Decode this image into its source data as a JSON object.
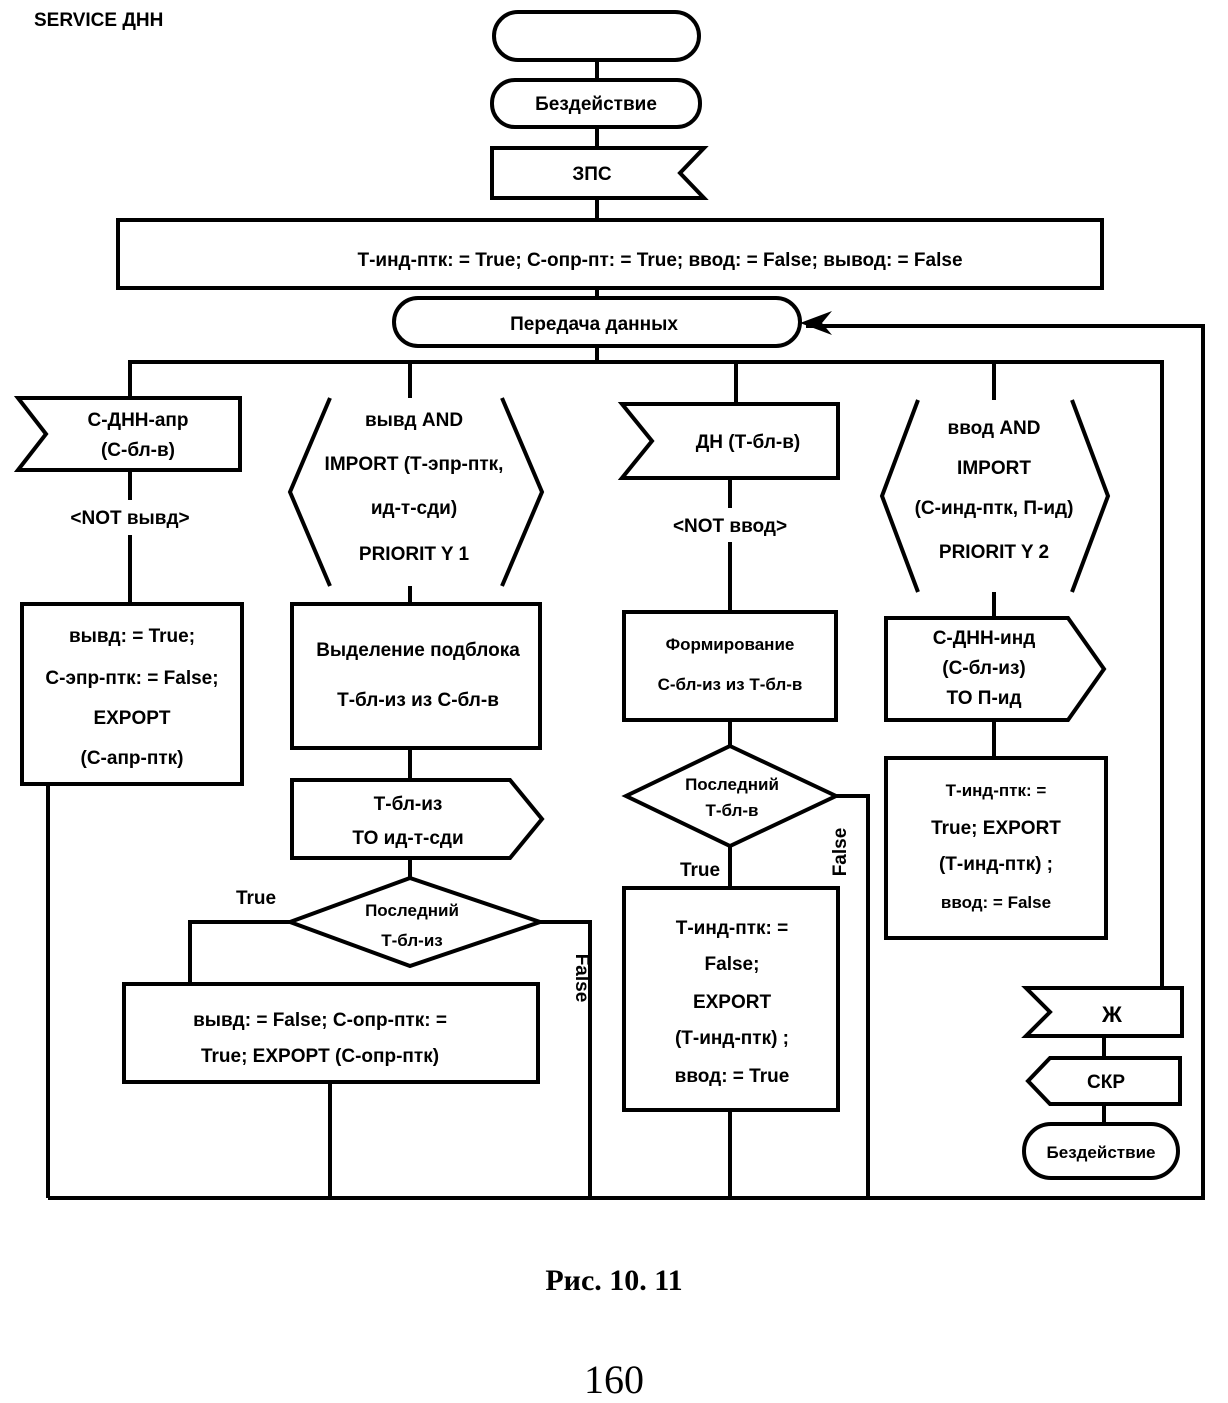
{
  "header": {
    "title": "SERVICE ДНН"
  },
  "diagram": {
    "start_terminal": "",
    "idle_state": "Бездействие",
    "zps_signal": "ЗПС",
    "init_task": "Т-инд-птк: = True;  С-опр-пт: = True;  ввод: = False;  вывод: = False",
    "data_transfer_state": "Передача данных",
    "branch1": {
      "input_signal": [
        "С-ДНН-апр",
        "(С-бл-в)"
      ],
      "condition": "<NOT вывд>",
      "task": [
        "вывд: = True;",
        "С-эпр-птк: = False;",
        "EXPOPT",
        "(С-апр-птк)"
      ]
    },
    "branch2": {
      "continuous_signal": [
        "вывд AND",
        "IMPORT  (Т-эпр-птк,",
        "ид-т-сди)",
        "PRIORIT Y 1"
      ],
      "task": [
        "Выделение подблока",
        "Т-бл-из    из С-бл-в"
      ],
      "output_signal": [
        "Т-бл-из",
        "TO ид-т-сди"
      ],
      "decision": [
        "Последний",
        "Т-бл-из"
      ],
      "true_label": "True",
      "false_label": "False",
      "final_task": [
        "вывд: = False;  С-опр-птк: =",
        "True;  EXPOPT  (С-опр-птк)"
      ]
    },
    "branch3": {
      "input_signal": "ДН  (Т-бл-в)",
      "condition": "<NOT ввод>",
      "task": [
        "Формирование",
        "С-бл-из  из Т-бл-в"
      ],
      "decision": [
        "Последний",
        "Т-бл-в"
      ],
      "true_label": "True",
      "false_label": "False",
      "final_task": [
        "Т-инд-птк: =",
        "False;",
        "EXPORT",
        "(Т-инд-птк) ;",
        "ввод: = True"
      ]
    },
    "branch4": {
      "continuous_signal": [
        "ввод AND",
        "IMPORT",
        "(С-инд-птк, П-ид)",
        "PRIORIT Y 2"
      ],
      "output_signal": [
        "С-ДНН-инд",
        "(С-бл-из)",
        "TO П-ид"
      ],
      "task": [
        "Т-инд-птк: =",
        "True;  EXPORT",
        "(Т-инд-птк) ;",
        "ввод: = False"
      ]
    },
    "branch5": {
      "input_signal": "Ж",
      "output_signal": "СКР",
      "final_state": "Бездействие"
    }
  },
  "caption": "Рис.  10.  11",
  "page_number": "160"
}
